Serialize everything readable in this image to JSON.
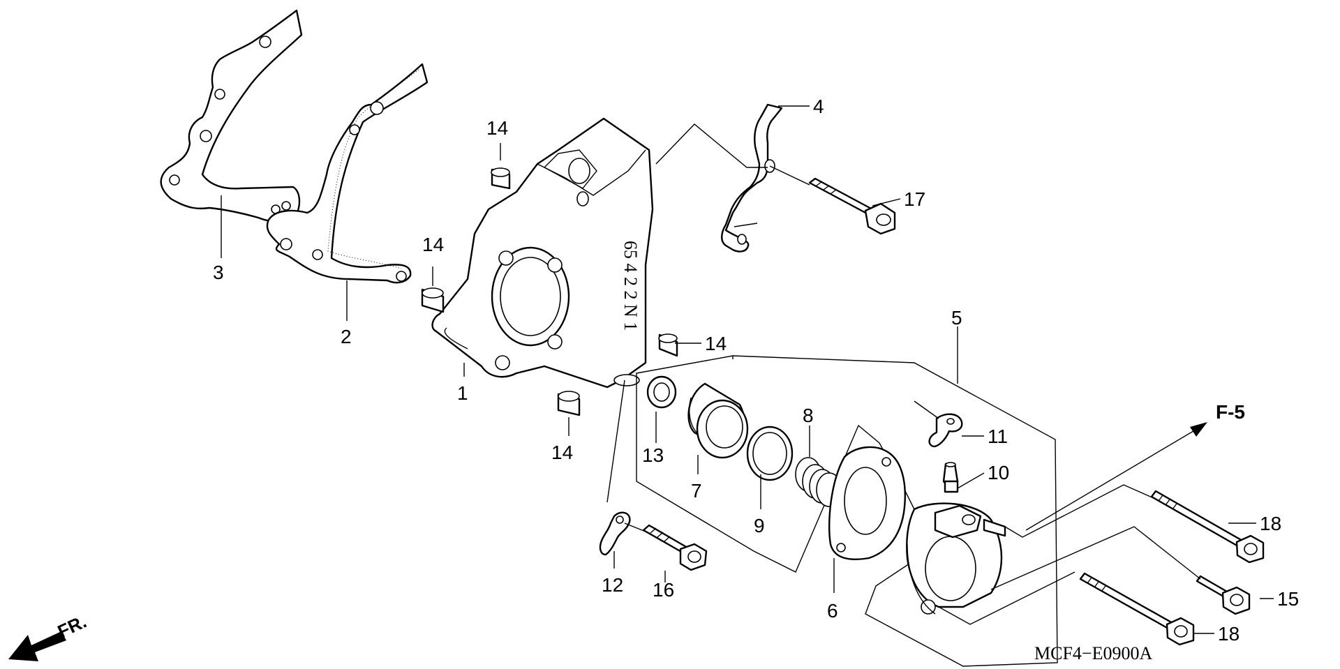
{
  "diagram": {
    "labels": [
      "1",
      "2",
      "3",
      "4",
      "5",
      "6",
      "7",
      "8",
      "9",
      "10",
      "11",
      "12",
      "13",
      "14",
      "14",
      "14",
      "14",
      "15",
      "16",
      "17",
      "18",
      "18"
    ],
    "reference_arrow": "F-5",
    "front_indicator": "FR.",
    "drawing_code": "MCF4−E0900A"
  }
}
